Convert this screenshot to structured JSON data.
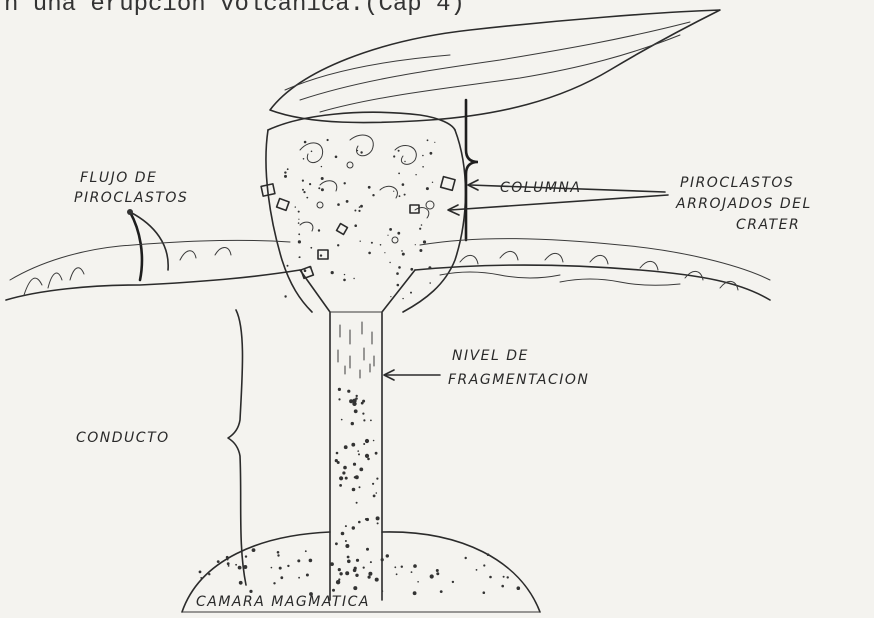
{
  "caption": "n una erupción volcánica.(Cap 4)",
  "labels": {
    "column": "COLUMNA",
    "pyroclast_flow_line1": "FLUJO DE",
    "pyroclast_flow_line2": "PIROCLASTOS",
    "ejected_line1": "PIROCLASTOS",
    "ejected_line2": "ARROJADOS DEL",
    "ejected_line3": "CRATER",
    "fragmentation_line1": "NIVEL DE",
    "fragmentation_line2": "FRAGMENTACION",
    "conduit": "CONDUCTO",
    "magma_chamber": "CAMARA MAGMATICA"
  },
  "colors": {
    "ink": "#2b2b2b",
    "paper": "#f4f3ef"
  }
}
